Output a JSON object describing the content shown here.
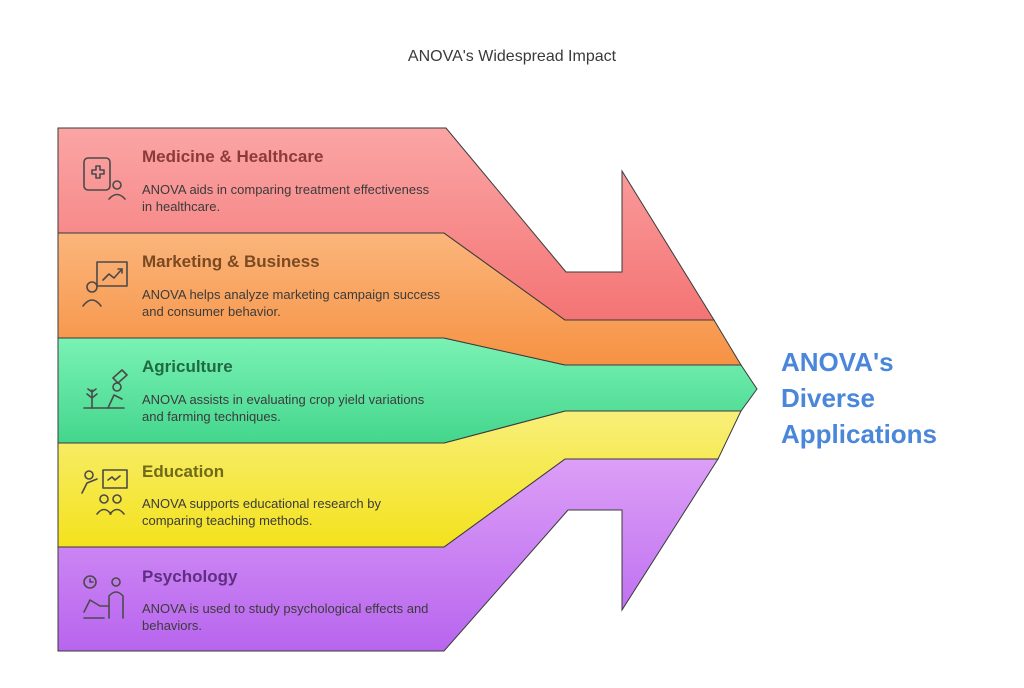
{
  "title": "ANOVA's Widespread Impact",
  "center_label": "ANOVA's Diverse Applications",
  "bands": [
    {
      "title": "Medicine & Healthcare",
      "description": "ANOVA aids in comparing treatment effectiveness in healthcare.",
      "icon": "medical-clipboard-icon",
      "color": "#f48a8a",
      "title_color": "#8c3a3a"
    },
    {
      "title": "Marketing & Business",
      "description": "ANOVA helps analyze marketing campaign success and consumer behavior.",
      "icon": "presentation-chart-icon",
      "color": "#f9a263",
      "title_color": "#7a4a22"
    },
    {
      "title": "Agriculture",
      "description": "ANOVA assists in evaluating crop yield variations and farming techniques.",
      "icon": "farmer-crop-icon",
      "color": "#5fe0a0",
      "title_color": "#1f6a43"
    },
    {
      "title": "Education",
      "description": "ANOVA supports educational research by comparing teaching methods.",
      "icon": "teacher-students-icon",
      "color": "#f7eb3c",
      "title_color": "#6f6a1a"
    },
    {
      "title": "Psychology",
      "description": "ANOVA is used to study psychological effects and behaviors.",
      "icon": "therapy-session-icon",
      "color": "#c77ff2",
      "title_color": "#5e2f80"
    }
  ]
}
